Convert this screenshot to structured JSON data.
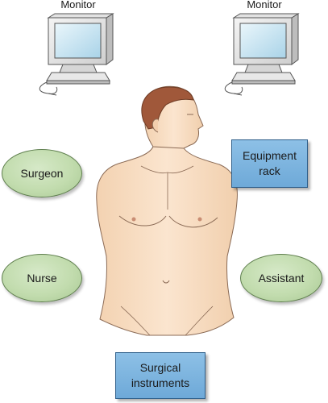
{
  "monitors": [
    {
      "label": "Monitor"
    },
    {
      "label": "Monitor"
    }
  ],
  "roles": {
    "surgeon": "Surgeon",
    "nurse": "Nurse",
    "assistant": "Assistant"
  },
  "boxes": {
    "equipment_rack": {
      "line1": "Equipment",
      "line2": "rack"
    },
    "surgical_instruments": {
      "line1": "Surgical",
      "line2": "instruments"
    }
  },
  "colors": {
    "oval_fill": "#c2dcae",
    "oval_border": "#5f7f4e",
    "box_fill": "#7fb5e0",
    "box_border": "#2f5f8a",
    "skin": "#f7dcc0",
    "hair": "#a0583a"
  }
}
